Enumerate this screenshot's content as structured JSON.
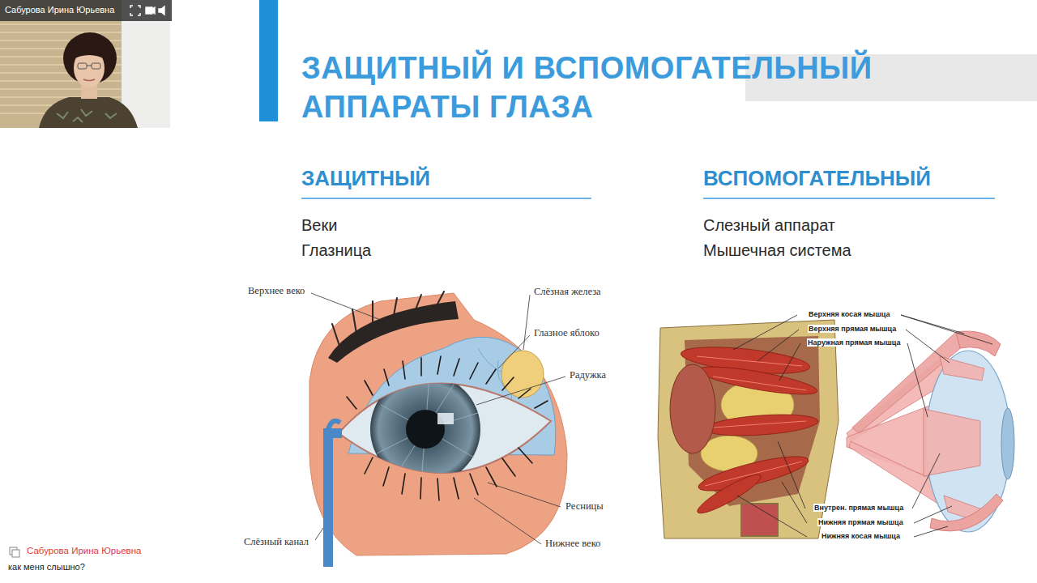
{
  "diagram": {
    "title": "ЗАЩИТНЫЙ И ВСПОМОГАТЕЛЬНЫЙ АППАРАТЫ ГЛАЗА",
    "nodes": [
      {
        "text": [
          "Сабурова Ирина Юрьевна"
        ]
      }
    ],
    "labels": [
      "ЗАЩИТНЫЙ",
      "Веки",
      "Глазница",
      "ВСПОМОГАТЕЛЬНЫЙ",
      "Слезный аппарат",
      "Мышечная система",
      "Верхнее веко",
      "Слёзная железа",
      "Глазное яблоко",
      "Радужка",
      "Слёзный канал",
      "Ресницы",
      "Нижнее веко",
      "Верхняя косая мышца",
      "Верхняя прямая мышца",
      "Наружная прямая мышца",
      "Внутрен. прямая мышца",
      "Нижняя прямая мышца",
      "Нижняя косая мышца",
      "Сабурова Ирина Юрьевна",
      "как меня слышно?"
    ]
  }
}
